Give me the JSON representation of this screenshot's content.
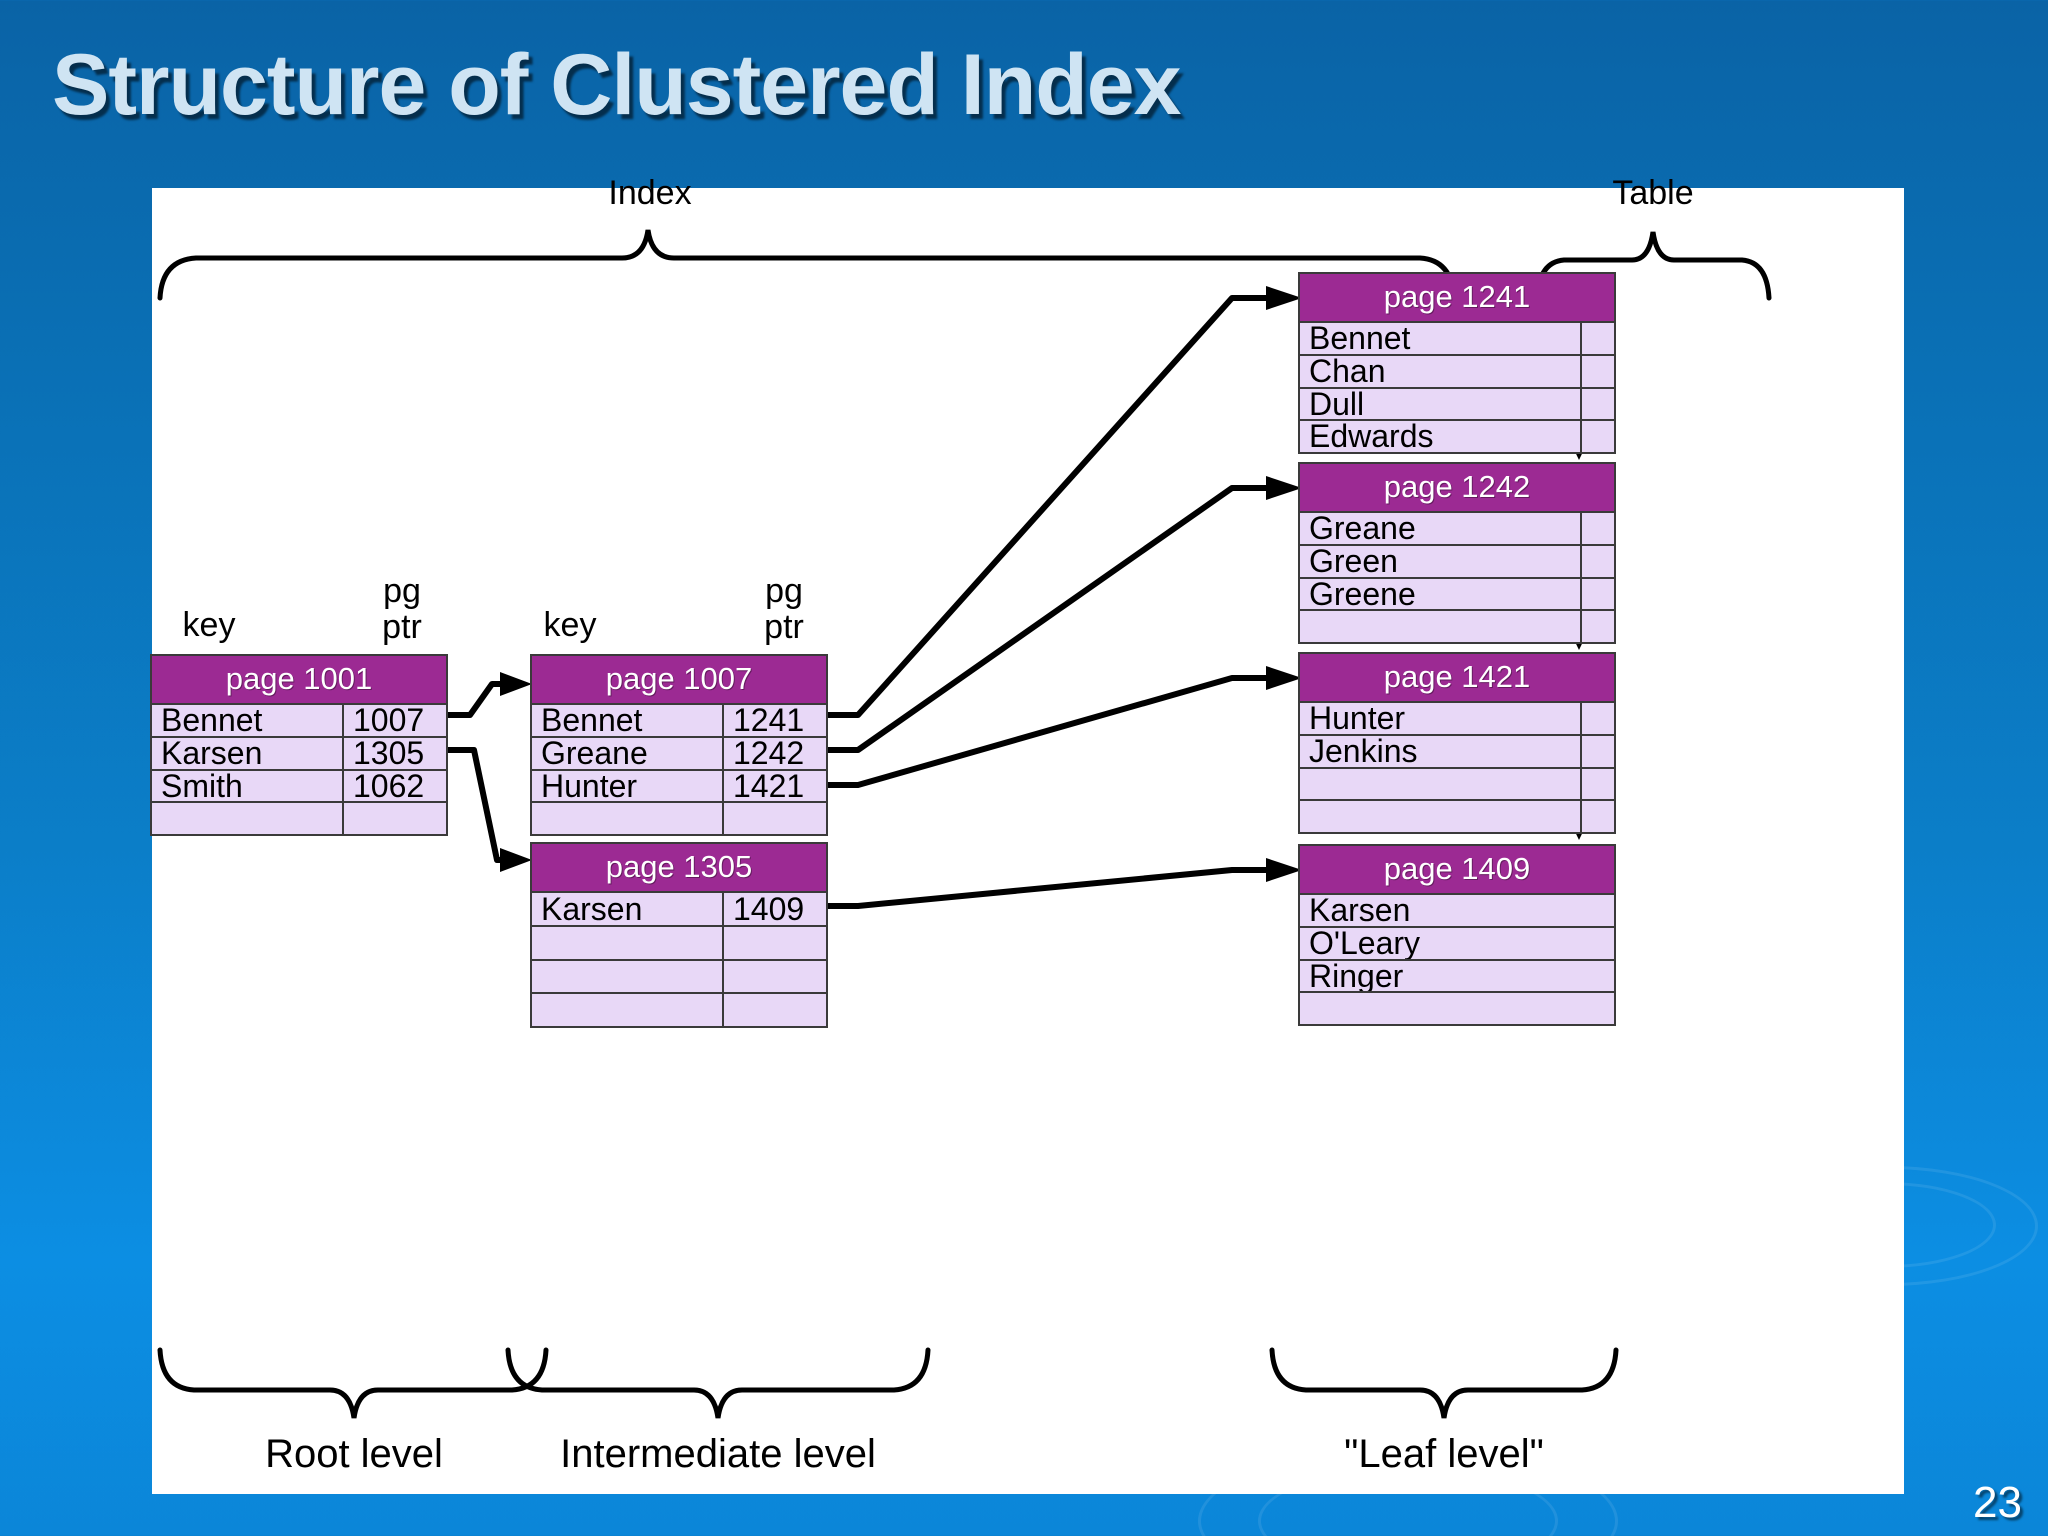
{
  "slide": {
    "title": "Structure of Clustered Index",
    "page_number": "23",
    "background_color": "#0b7ec8",
    "title_color": "#cfe4f3"
  },
  "diagram": {
    "top_labels": {
      "index": "Index",
      "table": "Table"
    },
    "bottom_labels": {
      "root": "Root level",
      "intermediate": "Intermediate level",
      "leaf": "\"Leaf level\""
    },
    "column_headers": {
      "root_key": "key",
      "root_ptr_line1": "pg",
      "root_ptr_line2": "ptr",
      "intermediate_key": "key",
      "intermediate_ptr_line1": "pg",
      "intermediate_ptr_line2": "ptr"
    },
    "header_color": "#9c2a93",
    "row_color": "#e8d8f7",
    "pages": {
      "root": {
        "title": "page 1001",
        "rows": [
          {
            "key": "Bennet",
            "ptr": "1007"
          },
          {
            "key": "Karsen",
            "ptr": "1305"
          },
          {
            "key": "Smith",
            "ptr": "1062"
          },
          {
            "key": "",
            "ptr": ""
          }
        ]
      },
      "intermediate_1007": {
        "title": "page 1007",
        "rows": [
          {
            "key": "Bennet",
            "ptr": "1241"
          },
          {
            "key": "Greane",
            "ptr": "1242"
          },
          {
            "key": "Hunter",
            "ptr": "1421"
          },
          {
            "key": "",
            "ptr": ""
          }
        ]
      },
      "intermediate_1305": {
        "title": "page 1305",
        "rows": [
          {
            "key": "Karsen",
            "ptr": "1409"
          },
          {
            "key": "",
            "ptr": ""
          },
          {
            "key": "",
            "ptr": ""
          },
          {
            "key": "",
            "ptr": ""
          }
        ]
      },
      "leaf_1241": {
        "title": "page 1241",
        "rows": [
          {
            "key": "Bennet"
          },
          {
            "key": "Chan"
          },
          {
            "key": "Dull"
          },
          {
            "key": "Edwards"
          }
        ]
      },
      "leaf_1242": {
        "title": "page 1242",
        "rows": [
          {
            "key": "Greane"
          },
          {
            "key": "Green"
          },
          {
            "key": "Greene"
          },
          {
            "key": ""
          }
        ]
      },
      "leaf_1421": {
        "title": "page 1421",
        "rows": [
          {
            "key": "Hunter"
          },
          {
            "key": "Jenkins"
          },
          {
            "key": ""
          },
          {
            "key": ""
          }
        ]
      },
      "leaf_1409": {
        "title": "page 1409",
        "rows": [
          {
            "key": "Karsen"
          },
          {
            "key": "O'Leary"
          },
          {
            "key": "Ringer"
          },
          {
            "key": ""
          }
        ]
      }
    }
  }
}
